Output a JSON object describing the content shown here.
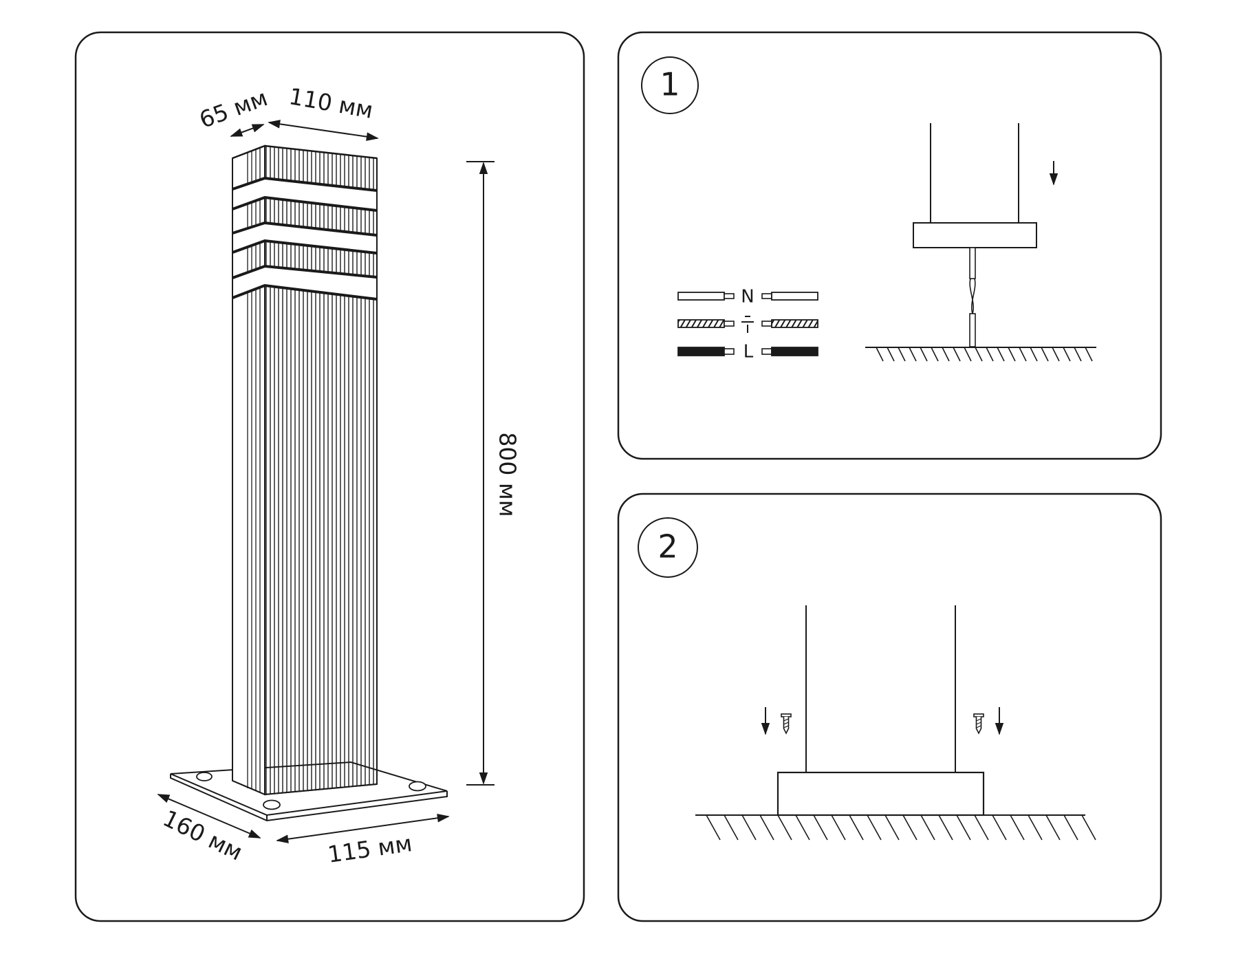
{
  "figure": {
    "type": "installation-instruction",
    "subject": "rectangular ribbed garden bollard lamp"
  },
  "dimensions_panel": {
    "depth_top": "65 мм",
    "width_top": "110 мм",
    "height": "800 мм",
    "base_depth": "160 мм",
    "base_width": "115 мм",
    "base_holes": 4,
    "light_bands": 3
  },
  "step1": {
    "number": "1",
    "wiring": [
      {
        "label": "N",
        "style": "hollow",
        "meaning": "neutral"
      },
      {
        "label": "⏚",
        "style": "hatched",
        "meaning": "earth"
      },
      {
        "label": "L",
        "style": "solid",
        "meaning": "live"
      }
    ],
    "arrow": "down"
  },
  "step2": {
    "number": "2",
    "screws": 2,
    "arrows": [
      "down",
      "down"
    ]
  },
  "colors": {
    "line": "#1a1a1a",
    "background": "#ffffff"
  }
}
